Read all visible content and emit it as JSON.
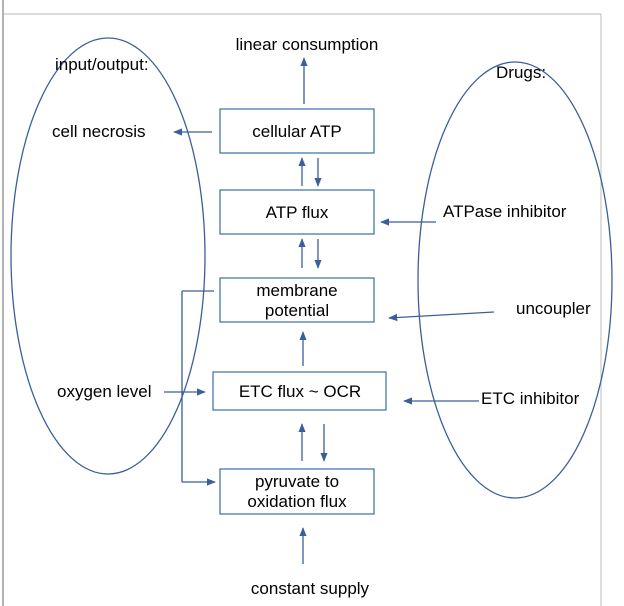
{
  "colors": {
    "line": "#3a5f9a",
    "box_border": "#3a6ea5",
    "frame": "#c8c8c8"
  },
  "labels": {
    "input_output": "input/output:",
    "drugs": "Drugs:",
    "linear_consumption": "linear consumption",
    "cell_necrosis": "cell necrosis",
    "oxygen_level": "oxygen level",
    "constant_supply": "constant supply",
    "atpase_inhibitor": "ATPase inhibitor",
    "uncoupler": "uncoupler",
    "etc_inhibitor": "ETC inhibitor"
  },
  "boxes": {
    "cellular_atp": [
      "cellular ATP"
    ],
    "atp_flux": [
      "ATP flux"
    ],
    "membrane_potential": [
      "membrane",
      "potential"
    ],
    "etc_flux": [
      "ETC flux ~ OCR"
    ],
    "pyruvate_flux": [
      "pyruvate to",
      "oxidation flux"
    ]
  }
}
